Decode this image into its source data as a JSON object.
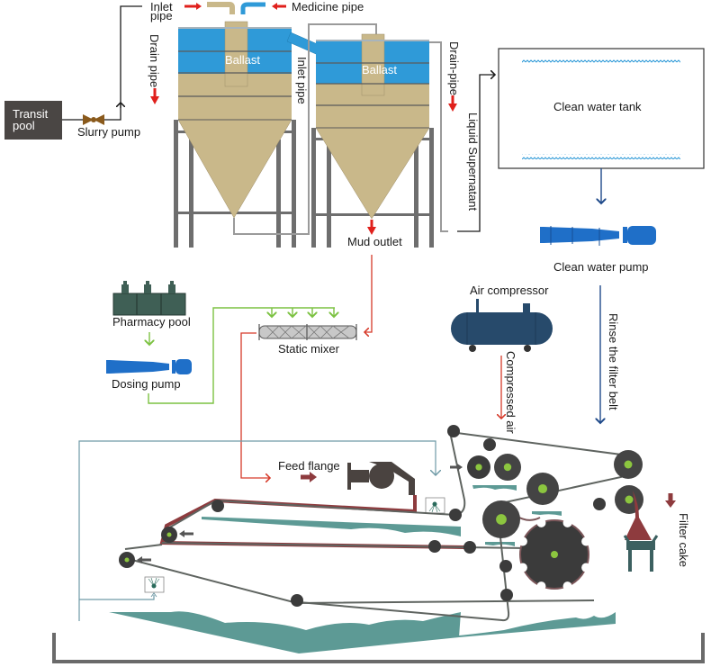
{
  "labels": {
    "transit_pool": [
      "Transit",
      "pool"
    ],
    "slurry_pump": "Slurry pump",
    "inlet_pipe_top": [
      "Inlet",
      "pipe"
    ],
    "medicine_pipe": "Medicine pipe",
    "drain_pipe_left": "Drain pipe",
    "ballast_left": "Ballast",
    "inlet_pipe_middle": "Inlet pipe",
    "ballast_right": "Ballast",
    "drain_pipe_right": "Drain-pipe",
    "liquid_supernatant": "Liquid Supernatant",
    "clean_water_tank": "Clean water tank",
    "clean_water_pump": "Clean water pump",
    "mud_outlet": "Mud outlet",
    "pharmacy_pool": "Pharmacy pool",
    "dosing_pump": "Dosing pump",
    "static_mixer": "Static mixer",
    "air_compressor": "Air compressor",
    "compressed_air": "Compressed air",
    "rinse_filter_belt": "Rinse the filter belt",
    "feed_flange": "Feed flange",
    "filter_cake": "Filter cake"
  },
  "colors": {
    "sludge_tan": "#c9b88a",
    "water_blue": "#2f9ad8",
    "frame_gray": "#6e6e6e",
    "flow_red": "#d63a2a",
    "arrow_red": "#e0201c",
    "chem_green": "#7cc242",
    "rinse_navy": "#1f4a8a",
    "compressor_navy": "#274a6b",
    "pump_blue": "#1f6fc8",
    "belt_gray": "#5f6460",
    "sludge_maroon": "#8e3b3e",
    "tray_teal": "#5d9a95",
    "roller_dark": "#3b3b3b",
    "roller_core_green": "#8cc63f",
    "transit_pool_fill": "#4a4644",
    "valve_brown": "#8a5a1c",
    "pharmacy_green": "#3f5f55"
  }
}
